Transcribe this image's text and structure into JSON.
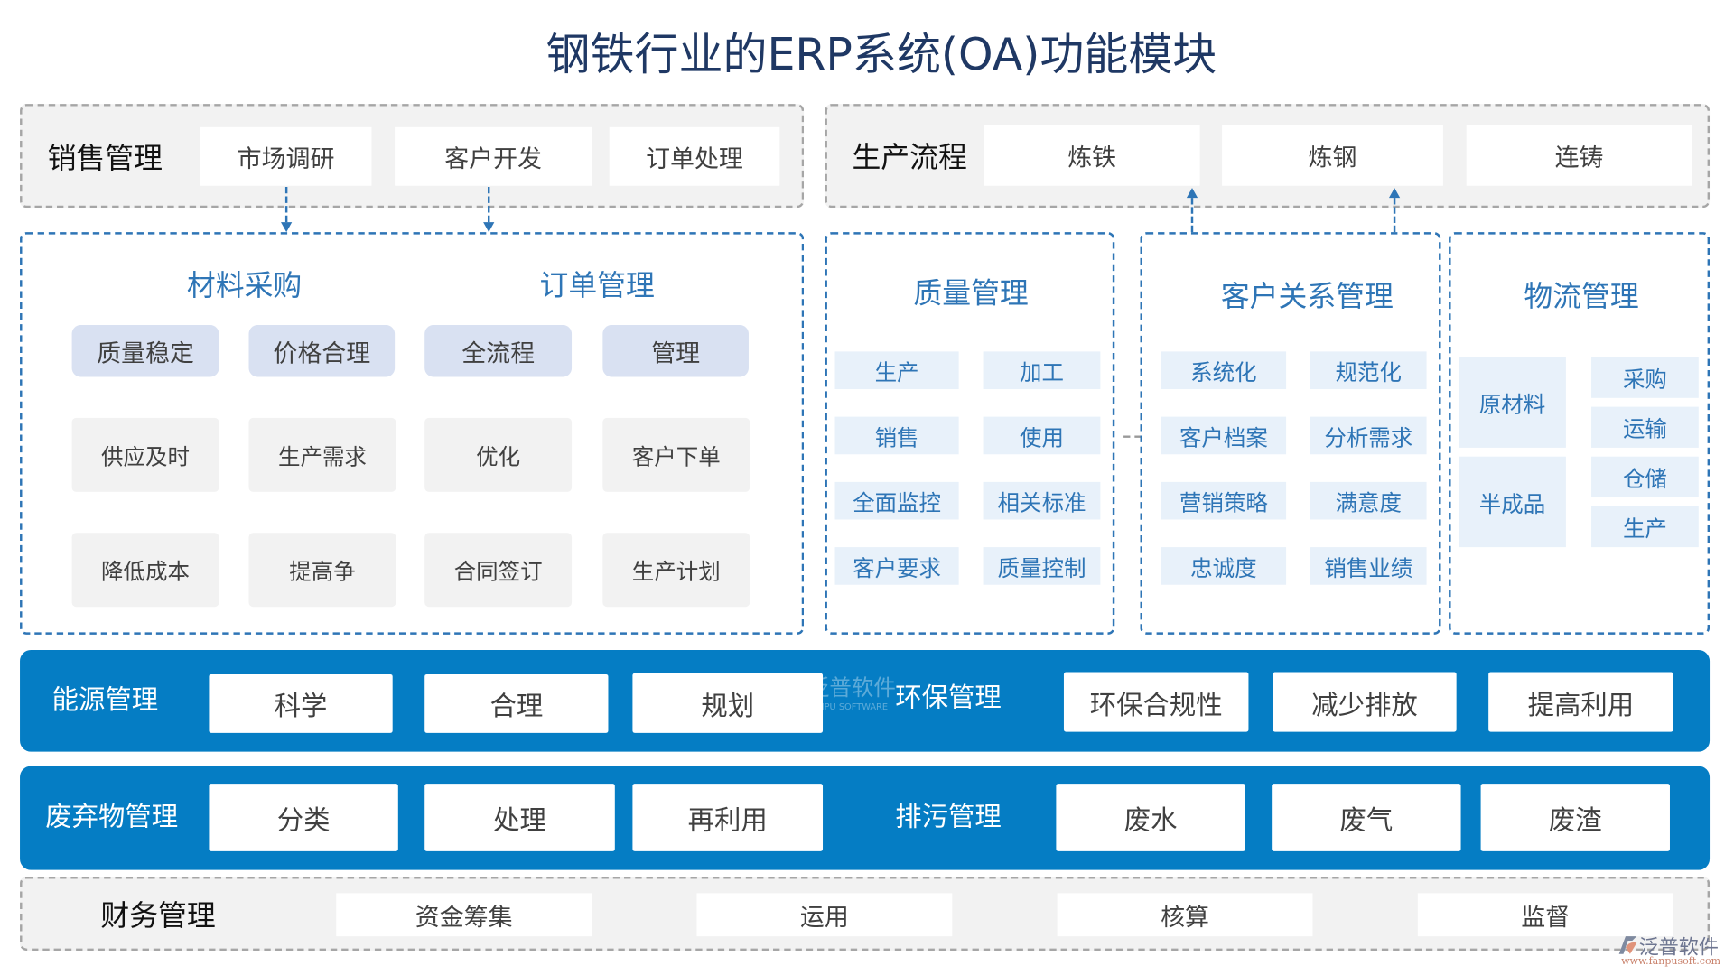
{
  "title": "钢铁行业的ERP系统(OA)功能模块",
  "sales": {
    "label": "销售管理",
    "items": [
      "市场调研",
      "客户开发",
      "订单处理"
    ]
  },
  "production": {
    "label": "生产流程",
    "items": [
      "炼铁",
      "炼钢",
      "连铸"
    ]
  },
  "materials": {
    "heading_left": "材料采购",
    "heading_right": "订单管理",
    "rows": [
      [
        "质量稳定",
        "价格合理",
        "全流程",
        "管理"
      ],
      [
        "供应及时",
        "生产需求",
        "优化",
        "客户下单"
      ],
      [
        "降低成本",
        "提高争",
        "合同签订",
        "生产计划"
      ]
    ]
  },
  "quality": {
    "heading": "质量管理",
    "cells": [
      [
        "生产",
        "加工"
      ],
      [
        "销售",
        "使用"
      ],
      [
        "全面监控",
        "相关标准"
      ],
      [
        "客户要求",
        "质量控制"
      ]
    ]
  },
  "crm": {
    "heading": "客户关系管理",
    "cells": [
      [
        "系统化",
        "规范化"
      ],
      [
        "客户档案",
        "分析需求"
      ],
      [
        "营销策略",
        "满意度"
      ],
      [
        "忠诚度",
        "销售业绩"
      ]
    ]
  },
  "logistics": {
    "heading": "物流管理",
    "left": [
      "原材料",
      "半成品"
    ],
    "right": [
      "采购",
      "运输",
      "仓储",
      "生产"
    ]
  },
  "energy": {
    "label": "能源管理",
    "items": [
      "科学",
      "合理",
      "规划"
    ]
  },
  "environment": {
    "label": "环保管理",
    "items": [
      "环保合规性",
      "减少排放",
      "提高利用"
    ]
  },
  "waste": {
    "label": "废弃物管理",
    "items": [
      "分类",
      "处理",
      "再利用"
    ]
  },
  "pollution": {
    "label": "排污管理",
    "items": [
      "废水",
      "废气",
      "废渣"
    ]
  },
  "finance": {
    "label": "财务管理",
    "items": [
      "资金筹集",
      "运用",
      "核算",
      "监督"
    ]
  },
  "watermark": {
    "brand": "泛普软件",
    "url": "www.fanpusoft.com",
    "center_brand": "泛普软件",
    "center_sub": "FANPU SOFTWARE"
  },
  "colors": {
    "title": "#1f3864",
    "accent_blue": "#2e75b6",
    "bar_blue": "#057dc4",
    "pill": "#d9e1f2",
    "grey": "#f2f2f2"
  }
}
